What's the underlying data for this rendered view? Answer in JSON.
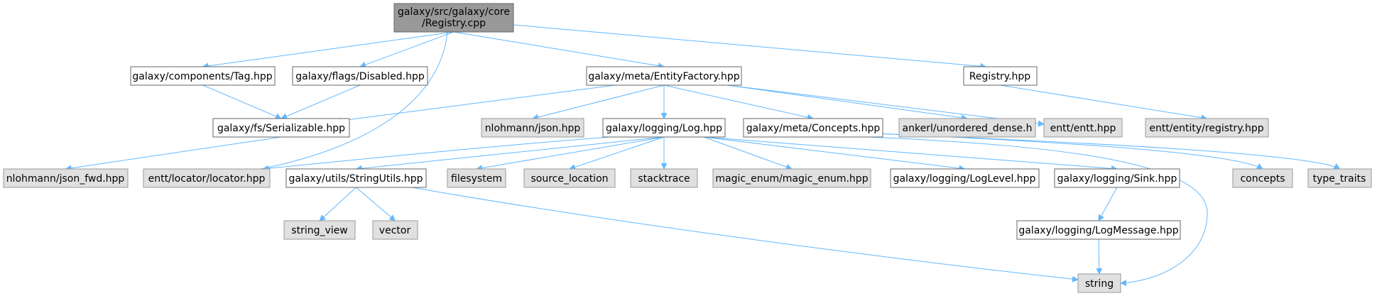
{
  "colors": {
    "root_fill": "#999999",
    "project_fill": "#ffffff",
    "external_fill": "#e0e0e0",
    "external_stroke": "#999999",
    "border": "#666666",
    "edge": "#63b8ff"
  },
  "nodes": {
    "registry_cpp": {
      "lines": [
        "galaxy/src/galaxy/core",
        "/Registry.cpp"
      ],
      "kind": "root"
    },
    "tag_hpp": {
      "lines": [
        "galaxy/components/Tag.hpp"
      ],
      "kind": "project"
    },
    "disabled_hpp": {
      "lines": [
        "galaxy/flags/Disabled.hpp"
      ],
      "kind": "project"
    },
    "entityfactory_hpp": {
      "lines": [
        "galaxy/meta/EntityFactory.hpp"
      ],
      "kind": "project"
    },
    "registry_hpp": {
      "lines": [
        "Registry.hpp"
      ],
      "kind": "project"
    },
    "serializable_hpp": {
      "lines": [
        "galaxy/fs/Serializable.hpp"
      ],
      "kind": "project"
    },
    "nlohmann_json": {
      "lines": [
        "nlohmann/json.hpp"
      ],
      "kind": "external"
    },
    "log_hpp": {
      "lines": [
        "galaxy/logging/Log.hpp"
      ],
      "kind": "project"
    },
    "concepts_hpp": {
      "lines": [
        "galaxy/meta/Concepts.hpp"
      ],
      "kind": "project"
    },
    "unordered_dense": {
      "lines": [
        "ankerl/unordered_dense.h"
      ],
      "kind": "external"
    },
    "entt_hpp": {
      "lines": [
        "entt/entt.hpp"
      ],
      "kind": "external"
    },
    "entt_registry": {
      "lines": [
        "entt/entity/registry.hpp"
      ],
      "kind": "external"
    },
    "json_fwd": {
      "lines": [
        "nlohmann/json_fwd.hpp"
      ],
      "kind": "external"
    },
    "locator": {
      "lines": [
        "entt/locator/locator.hpp"
      ],
      "kind": "external"
    },
    "stringutils": {
      "lines": [
        "galaxy/utils/StringUtils.hpp"
      ],
      "kind": "project"
    },
    "filesystem": {
      "lines": [
        "filesystem"
      ],
      "kind": "external"
    },
    "source_location": {
      "lines": [
        "source_location"
      ],
      "kind": "external"
    },
    "stacktrace": {
      "lines": [
        "stacktrace"
      ],
      "kind": "external"
    },
    "magic_enum": {
      "lines": [
        "magic_enum/magic_enum.hpp"
      ],
      "kind": "external"
    },
    "loglevel": {
      "lines": [
        "galaxy/logging/LogLevel.hpp"
      ],
      "kind": "project"
    },
    "sink": {
      "lines": [
        "galaxy/logging/Sink.hpp"
      ],
      "kind": "project"
    },
    "concepts_std": {
      "lines": [
        "concepts"
      ],
      "kind": "external"
    },
    "type_traits": {
      "lines": [
        "type_traits"
      ],
      "kind": "external"
    },
    "string_view": {
      "lines": [
        "string_view"
      ],
      "kind": "external"
    },
    "vector": {
      "lines": [
        "vector"
      ],
      "kind": "external"
    },
    "logmessage": {
      "lines": [
        "galaxy/logging/LogMessage.hpp"
      ],
      "kind": "project"
    },
    "string_std": {
      "lines": [
        "string"
      ],
      "kind": "external"
    }
  },
  "edges": [
    [
      "registry_cpp",
      "tag_hpp"
    ],
    [
      "registry_cpp",
      "disabled_hpp"
    ],
    [
      "registry_cpp",
      "entityfactory_hpp"
    ],
    [
      "registry_cpp",
      "registry_hpp"
    ],
    [
      "registry_cpp",
      "locator"
    ],
    [
      "tag_hpp",
      "serializable_hpp"
    ],
    [
      "disabled_hpp",
      "serializable_hpp"
    ],
    [
      "entityfactory_hpp",
      "serializable_hpp"
    ],
    [
      "entityfactory_hpp",
      "nlohmann_json"
    ],
    [
      "entityfactory_hpp",
      "log_hpp"
    ],
    [
      "entityfactory_hpp",
      "concepts_hpp"
    ],
    [
      "entityfactory_hpp",
      "unordered_dense"
    ],
    [
      "entityfactory_hpp",
      "entt_hpp"
    ],
    [
      "registry_hpp",
      "entt_registry"
    ],
    [
      "serializable_hpp",
      "json_fwd"
    ],
    [
      "log_hpp",
      "locator"
    ],
    [
      "log_hpp",
      "stringutils"
    ],
    [
      "log_hpp",
      "filesystem"
    ],
    [
      "log_hpp",
      "source_location"
    ],
    [
      "log_hpp",
      "stacktrace"
    ],
    [
      "log_hpp",
      "magic_enum"
    ],
    [
      "log_hpp",
      "loglevel"
    ],
    [
      "log_hpp",
      "sink"
    ],
    [
      "concepts_hpp",
      "concepts_std"
    ],
    [
      "concepts_hpp",
      "type_traits"
    ],
    [
      "concepts_hpp",
      "string_std"
    ],
    [
      "stringutils",
      "string_view"
    ],
    [
      "stringutils",
      "vector"
    ],
    [
      "stringutils",
      "string_std"
    ],
    [
      "sink",
      "logmessage"
    ],
    [
      "logmessage",
      "string_std"
    ]
  ]
}
